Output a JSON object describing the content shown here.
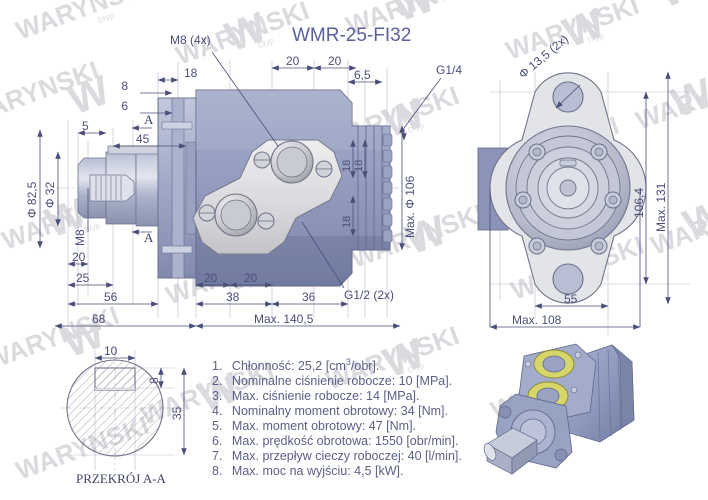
{
  "document": {
    "title": "WMR-25-FI32",
    "watermark": "WARYNSKI",
    "watermark_mark": "W",
    "watermark_sub": "Dtyp"
  },
  "specifications": {
    "items": [
      {
        "n": "1.",
        "text": "Chłonność: 25,2 [cm",
        "sup": "3",
        "tail": "/obr]."
      },
      {
        "n": "2.",
        "text": "Nominalne ciśnienie robocze: 10 [MPa].",
        "sup": "",
        "tail": ""
      },
      {
        "n": "3.",
        "text": "Max. ciśnienie robocze: 14 [MPa].",
        "sup": "",
        "tail": ""
      },
      {
        "n": "4.",
        "text": "Nominalny moment obrotowy: 34 [Nm].",
        "sup": "",
        "tail": ""
      },
      {
        "n": "5.",
        "text": "Max. moment obrotowy: 47 [Nm].",
        "sup": "",
        "tail": ""
      },
      {
        "n": "6.",
        "text": "Max. prędkość obrotowa: 1550 [obr/min].",
        "sup": "",
        "tail": ""
      },
      {
        "n": "7.",
        "text": "Max. przepływ cieczy roboczej: 40 [l/min].",
        "sup": "",
        "tail": ""
      },
      {
        "n": "8.",
        "text": "Max. moc na wyjściu: 4,5 [kW].",
        "sup": "",
        "tail": ""
      }
    ]
  },
  "side_view": {
    "dim_8": "8",
    "dim_6": "6",
    "dim_18": "18",
    "dim_5": "5",
    "dim_45": "45",
    "dim_phi_825": "Φ 82,5",
    "dim_phi_32": "Φ 32",
    "thread_m8": "M8",
    "note_m8_4x": "M8 (4x)",
    "section_mark_top": "A",
    "section_mark_bottom": "A",
    "dim_20_top_a": "20",
    "dim_20_top_b": "20",
    "dim_65": "6,5",
    "port_g14": "G1/4",
    "port_g12": "G1/2 (2x)",
    "dim_18_v_a": "18",
    "dim_18_v_b": "18",
    "dim_18_v_c": "18",
    "dim_max_phi_106": "Max. Φ 106",
    "dim_20_bot_a": "20",
    "dim_25": "25",
    "dim_56": "56",
    "dim_68": "68",
    "dim_38": "38",
    "dim_36": "36",
    "dim_20_bot_b": "20",
    "dim_20_bot_c": "20",
    "dim_max_1405": "Max. 140,5"
  },
  "end_view": {
    "dim_phi_135": "Φ 13,5 (2x)",
    "dim_1064": "106,4",
    "dim_max_131": "Max. 131",
    "dim_55": "55",
    "dim_max_108": "Max. 108"
  },
  "section_aa": {
    "label": "PRZEKRÓJ A-A",
    "dim_10": "10",
    "dim_8": "8",
    "dim_35": "35"
  },
  "colors": {
    "title": "#5a5f9a",
    "dimension": "#4a4f7a",
    "body_blue": "#9aa3c4",
    "body_blue_dark": "#7c86ab",
    "flange_gray": "#d9d9dc",
    "watermark": "#d8d8de",
    "render_body": "#8e99be",
    "render_port": "#d6d66a"
  }
}
